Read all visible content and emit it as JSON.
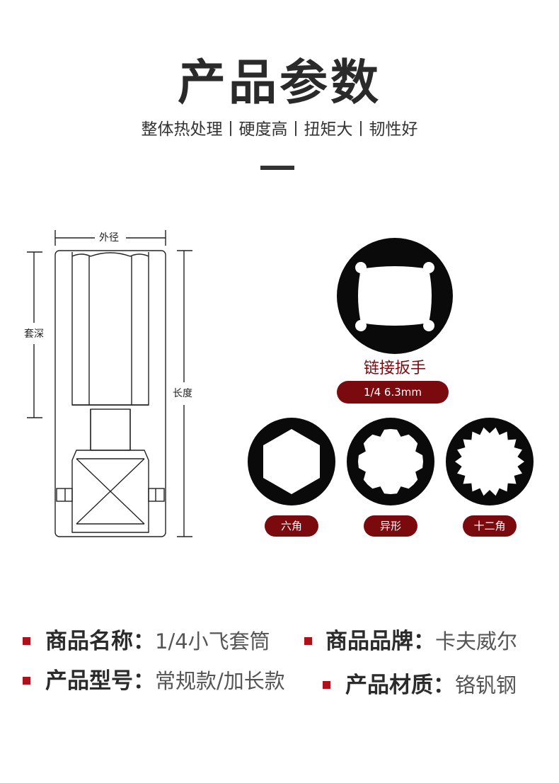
{
  "header": {
    "title": "产品参数",
    "subtitle": "整体热处理丨硬度高丨扭矩大丨韧性好"
  },
  "diagram": {
    "outer_diameter_label": "外径",
    "socket_depth_label": "套深",
    "length_label": "长度"
  },
  "drive": {
    "caption": "链接扳手",
    "size_label": "1/4 6.3mm"
  },
  "profiles": [
    {
      "label": "六角",
      "icon": "hexagon-socket-icon"
    },
    {
      "label": "异形",
      "icon": "special-profile-socket-icon"
    },
    {
      "label": "十二角",
      "icon": "twelve-point-socket-icon"
    }
  ],
  "specs": {
    "name_key": "商品名称：",
    "name_value": "1/4小飞套筒",
    "brand_key": "商品品牌：",
    "brand_value": "卡夫威尔",
    "model_key": "产品型号：",
    "model_value": "常规款/加长款",
    "material_key": "产品材质：",
    "material_value": "铬钒钢"
  },
  "colors": {
    "accent": "#7a0a0e",
    "bullet": "#b0101a",
    "text": "#2b2b2b"
  }
}
